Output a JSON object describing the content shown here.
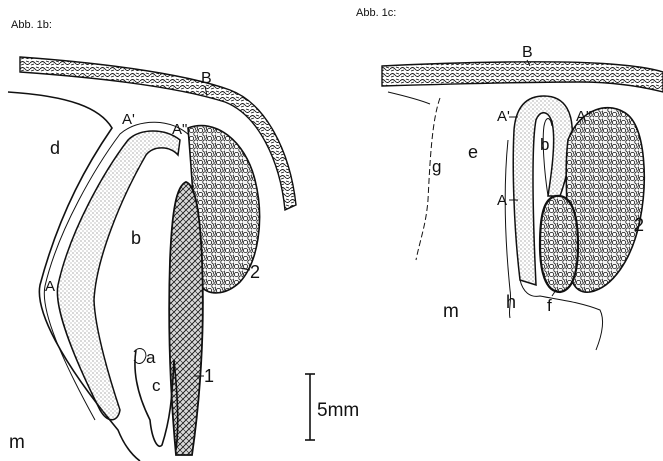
{
  "panel_b": {
    "caption": "Abb. 1b:",
    "labels": {
      "B": "B",
      "A_left": "A",
      "A_prime": "A'",
      "A_dprime": "A\"",
      "d": "d",
      "b": "b",
      "a": "a",
      "c": "c",
      "m": "m",
      "n1": "1",
      "n2": "2"
    },
    "scale_text": "5mm"
  },
  "panel_c": {
    "caption": "Abb. 1c:",
    "labels": {
      "B": "B",
      "A_prime": "A'",
      "A_dprime": "A\"",
      "A_left": "A",
      "b": "b",
      "e": "e",
      "g": "g",
      "h": "h",
      "f": "f",
      "m": "m",
      "n2": "2"
    }
  }
}
